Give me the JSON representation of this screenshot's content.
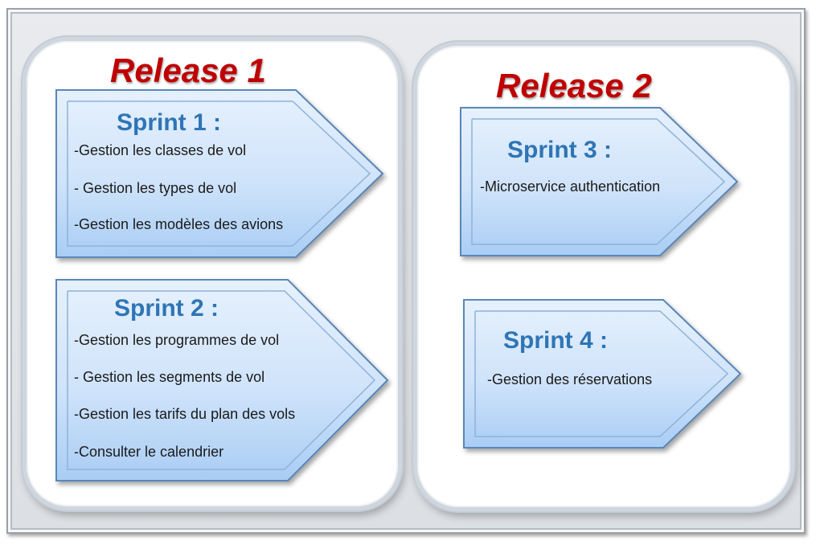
{
  "releases": [
    {
      "title": "Release 1",
      "sprints": [
        {
          "title": "Sprint 1 :",
          "items": [
            "-Gestion les classes de vol",
            "- Gestion les types de vol",
            "-Gestion les modèles des avions"
          ]
        },
        {
          "title": "Sprint 2 :",
          "items": [
            "-Gestion les programmes de vol",
            "- Gestion les segments de vol",
            "-Gestion les tarifs du plan des vols",
            "-Consulter le calendrier"
          ]
        }
      ]
    },
    {
      "title": "Release 2",
      "sprints": [
        {
          "title": "Sprint 3 :",
          "items": [
            "-Microservice authentication"
          ]
        },
        {
          "title": "Sprint 4 :",
          "items": [
            "-Gestion des réservations"
          ]
        }
      ]
    }
  ],
  "colors": {
    "release_title": "#c00000",
    "sprint_title": "#2e75b6",
    "sprint_fill_top": "#e4f0fd",
    "sprint_fill_bottom": "#a9cdf4",
    "sprint_border": "#5a87b9"
  }
}
